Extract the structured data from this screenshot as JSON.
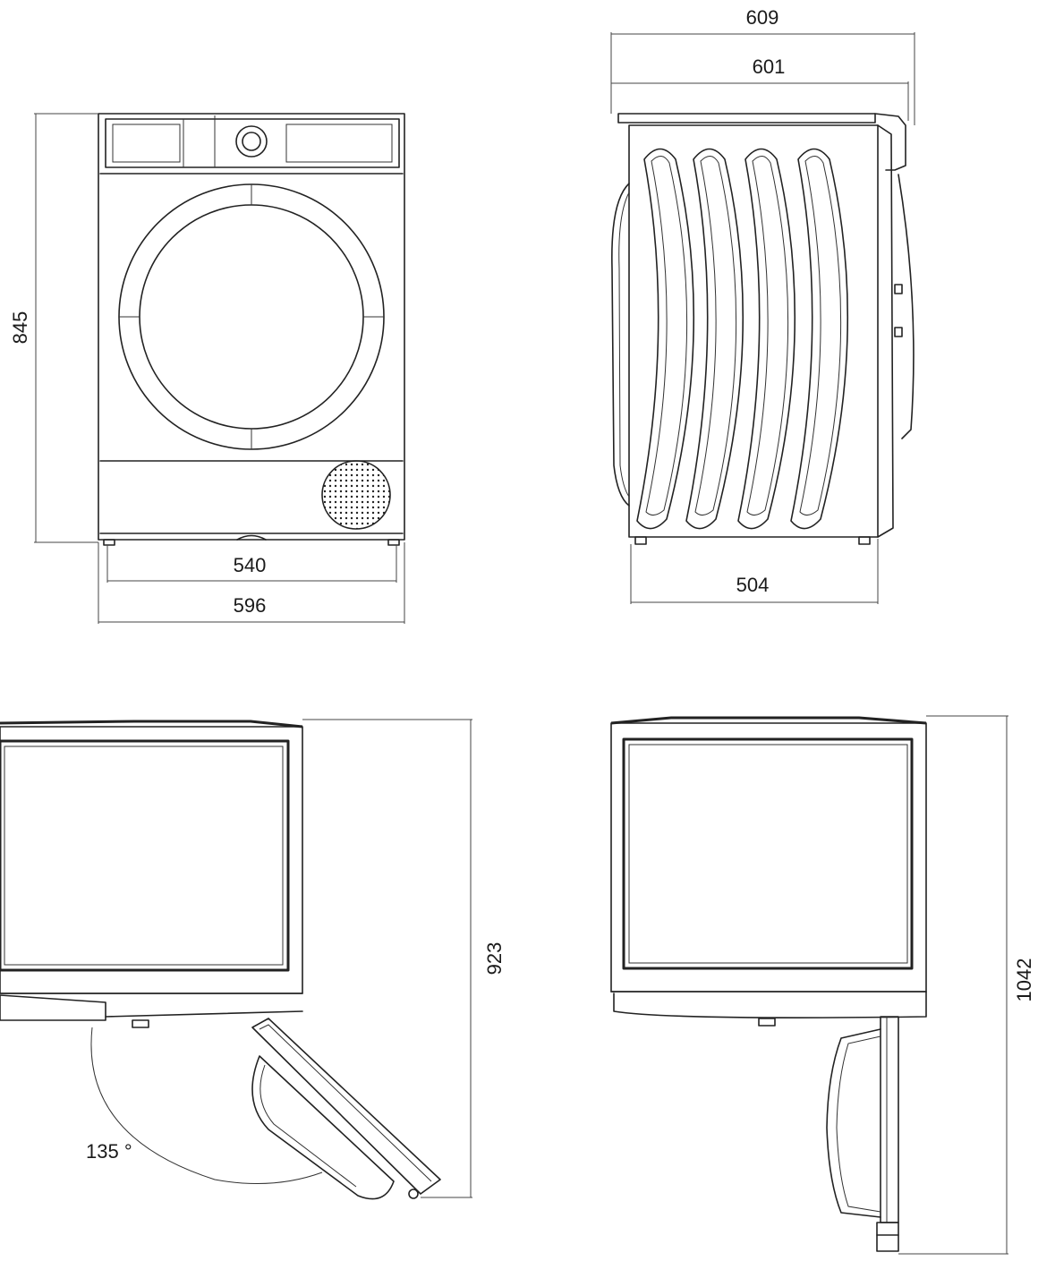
{
  "dimensions": {
    "front_height": "845",
    "front_inner_width": "540",
    "front_outer_width": "596",
    "side_total_depth": "609",
    "side_body_depth": "601",
    "side_base_depth": "504",
    "door_open_depth": "923",
    "door_angle": "135 °",
    "door_90_depth": "1042"
  },
  "colors": {
    "line": "#222222",
    "background": "#ffffff"
  }
}
